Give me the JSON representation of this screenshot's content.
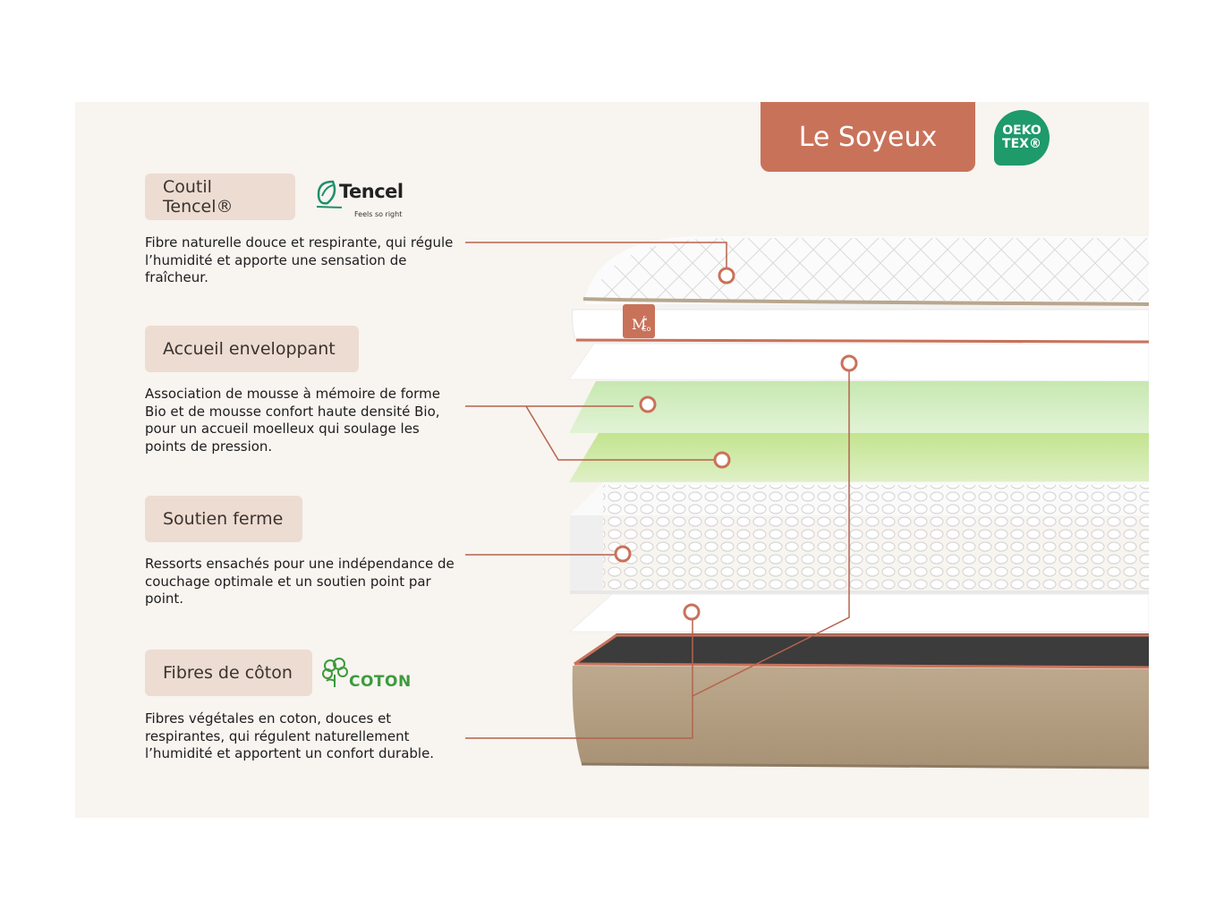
{
  "product_title": "Le Soyeux",
  "certification": {
    "line1": "OEKO",
    "line2": "TEX®",
    "color": "#1e9a6b"
  },
  "colors": {
    "accent": "#c9725a",
    "tag_bg": "#eddcd1",
    "panel_bg": "#f8f4f0",
    "base_fabric": "#b9a58a"
  },
  "layers": [
    {
      "label": "Coutil Tencel®",
      "description": "Fibre naturelle douce et respirante, qui régule l’humidité et apporte une sensation de fraîcheur."
    },
    {
      "label": "Accueil enveloppant",
      "description": "Association de mousse à mémoire de forme Bio et de mousse confort haute densité Bio, pour un accueil moelleux qui soulage les points de pression."
    },
    {
      "label": "Soutien ferme",
      "description": "Ressorts ensachés pour une indépendance de couchage optimale et un soutien point par point."
    },
    {
      "label": "Fibres de côton",
      "description": "Fibres végétales en coton, douces et respirantes, qui régulent naturellement l’humidité et apportent un confort durable."
    }
  ],
  "logos": {
    "tencel": {
      "word": "Tencel",
      "tagline": "Feels so right",
      "icon": "tencel-leaf-icon"
    },
    "coton": {
      "word": "COTON",
      "icon": "cotton-flower-icon"
    },
    "brand_mark": {
      "top": "M",
      "small1": "&",
      "small2": "Co"
    }
  }
}
